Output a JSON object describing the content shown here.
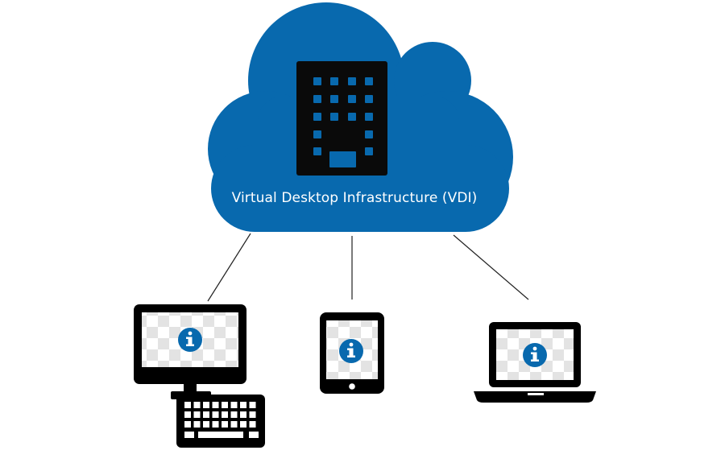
{
  "cloud": {
    "label": "Virtual Desktop Infrastructure (VDI)",
    "color": "#0869ae"
  },
  "devices": [
    {
      "name": "desktop-computer",
      "screen_icon": "info-icon"
    },
    {
      "name": "tablet",
      "screen_icon": "info-icon"
    },
    {
      "name": "laptop",
      "screen_icon": "info-icon"
    }
  ],
  "colors": {
    "accent": "#0869ae",
    "device": "#000000",
    "building": "#0a0a0a",
    "window": "#0869ae"
  }
}
